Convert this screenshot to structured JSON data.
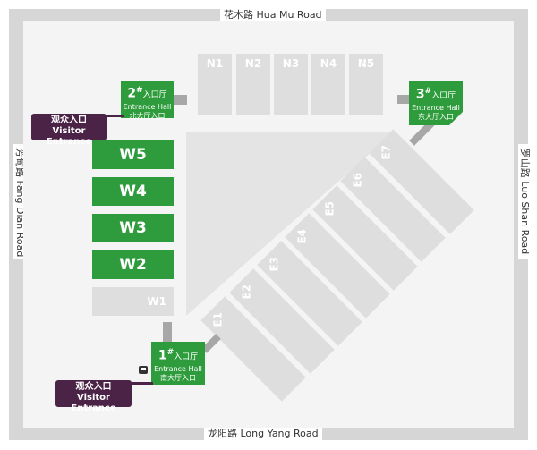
{
  "roads": {
    "north": "花木路 Hua Mu Road",
    "south": "龙阳路 Long Yang Road",
    "west": "芳甸路 Fang Dian Road",
    "east": "罗山路 Luo Shan Road"
  },
  "north_halls": [
    "N1",
    "N2",
    "N3",
    "N4",
    "N5"
  ],
  "west_halls": {
    "active": [
      "W5",
      "W4",
      "W3",
      "W2"
    ],
    "inactive": "W1"
  },
  "east_halls": [
    "E1",
    "E2",
    "E3",
    "E4",
    "E5",
    "E6",
    "E7"
  ],
  "entrances": {
    "e1": {
      "num": "1",
      "mark": "#",
      "cn_title": "入口厅",
      "en": "Entrance Hall",
      "cn_sub": "南大厅入口"
    },
    "e2": {
      "num": "2",
      "mark": "#",
      "cn_title": "入口厅",
      "en": "Entrance Hall",
      "cn_sub": "北大厅入口"
    },
    "e3": {
      "num": "3",
      "mark": "#",
      "cn_title": "入口厅",
      "en": "Entrance Hall",
      "cn_sub": "东大厅入口"
    }
  },
  "visitor_entrance": {
    "cn": "观众入口",
    "en": "Visitor Entrance"
  },
  "colors": {
    "green": "#2e9c3c",
    "purple": "#4a2346",
    "hall_gray": "#dedede",
    "road_gray": "#d6d6d6"
  },
  "icons": [
    "bus-icon"
  ]
}
